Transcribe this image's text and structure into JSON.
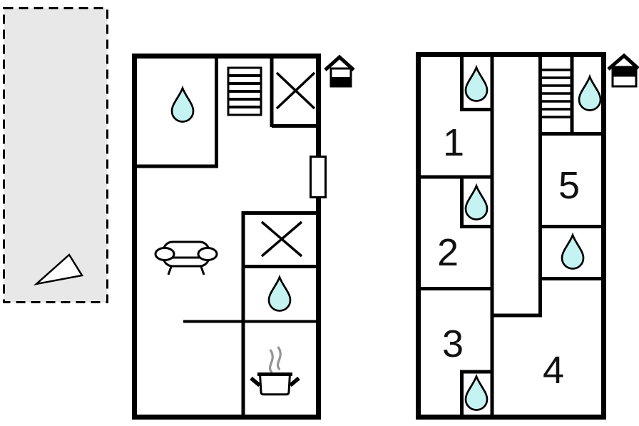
{
  "page": {
    "type": "two-level holiday-home floor plan with outdoor terrace",
    "background": "#ffffff"
  },
  "colors": {
    "wall": "#000000",
    "water_drop_fill": "#c5f3f1",
    "terrace_fill": "#e8e8e8",
    "steam_gray": "#949494",
    "room_number_color": "#111111"
  },
  "terrace": {
    "style": "dashed outline rectangle",
    "marker": "triangle"
  },
  "ground_floor": {
    "water_drop_count": 2,
    "symbols": [
      "water-drop",
      "staircase",
      "crossed-box",
      "window",
      "crossed-box",
      "water-drop",
      "sofa",
      "cooking-pot-with-steam"
    ],
    "level_indicator": "house icon, lower half filled"
  },
  "upper_floor": {
    "room_labels": [
      "1",
      "2",
      "3",
      "4",
      "5"
    ],
    "water_drop_count": 5,
    "symbols": [
      "water-drop",
      "staircase",
      "water-drop",
      "water-drop",
      "water-drop",
      "water-drop"
    ],
    "level_indicator": "house icon, upper half filled"
  }
}
